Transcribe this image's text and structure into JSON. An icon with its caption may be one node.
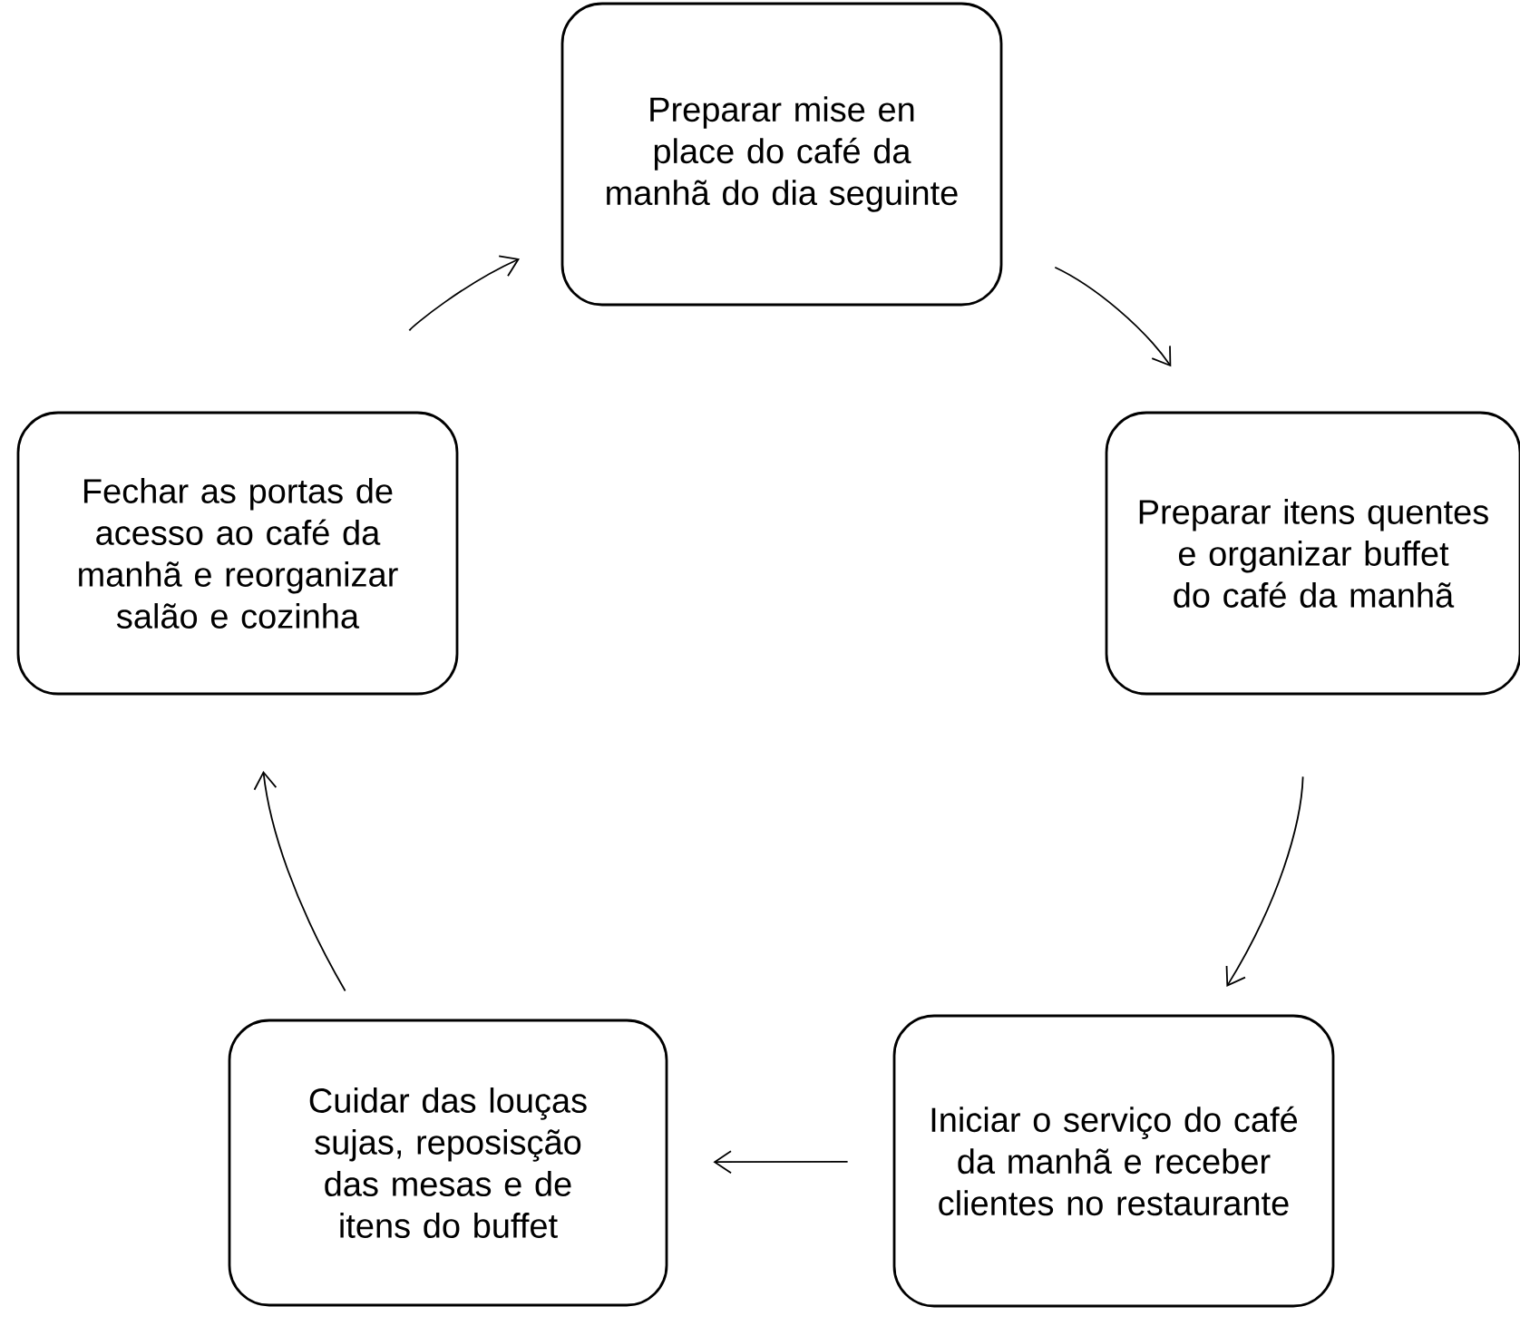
{
  "diagram": {
    "nodes": [
      {
        "text": [
          "Preparar mise en place do café da manhã do dia seguinte"
        ]
      },
      {
        "text": [
          "Preparar itens quentes e organizar buffet do café da manhã"
        ]
      },
      {
        "text": [
          "Iniciar o serviço do café da manhã e receber clientes no restaurante"
        ]
      },
      {
        "text": [
          "Cuidar das louças sujas, reposisção das mesas e de itens do buffet"
        ]
      },
      {
        "text": [
          "Fechar as portas de acesso ao café da manhã e reorganizar salão e cozinha"
        ]
      }
    ],
    "edges": [
      {
        "from": 0,
        "to": 1,
        "arrow": "to"
      },
      {
        "from": 1,
        "to": 2,
        "arrow": "to"
      },
      {
        "from": 2,
        "to": 3,
        "arrow": "to"
      },
      {
        "from": 3,
        "to": 4,
        "arrow": "to"
      },
      {
        "from": 4,
        "to": 0,
        "arrow": "to"
      }
    ]
  }
}
